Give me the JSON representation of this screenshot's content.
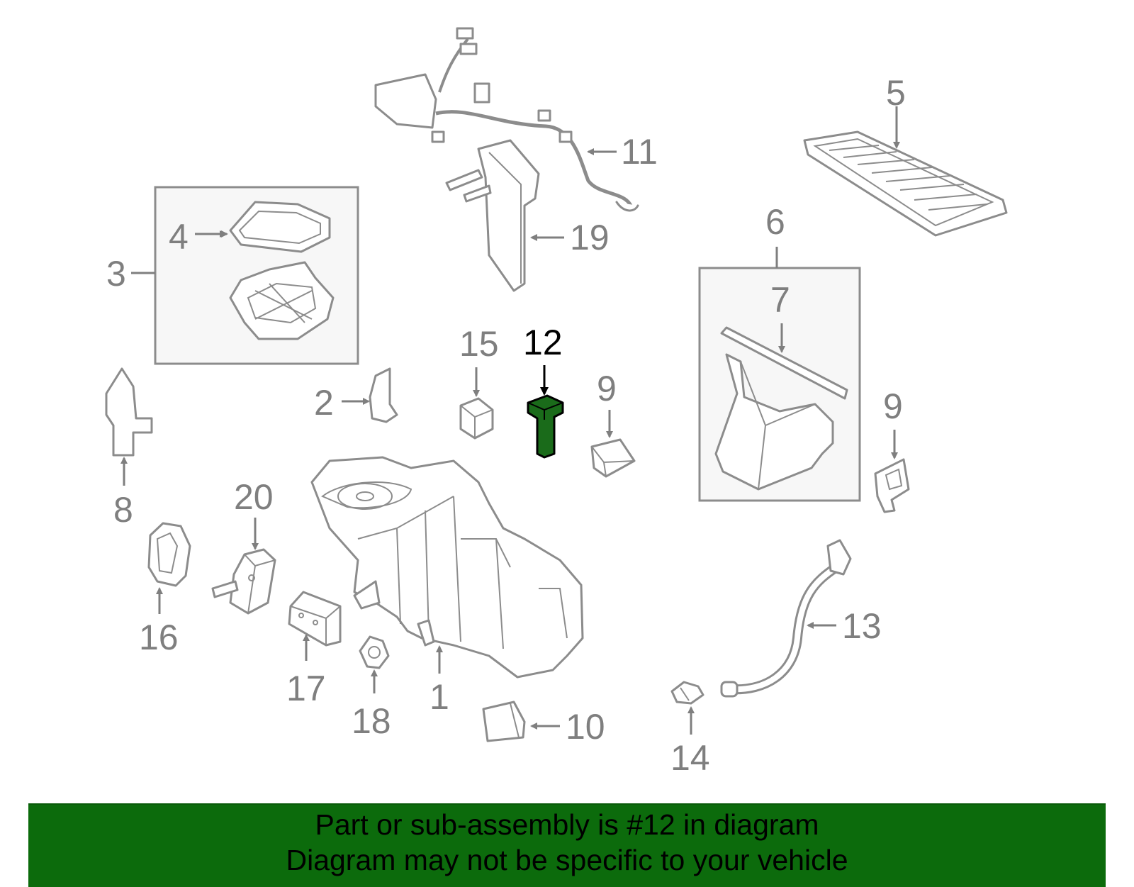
{
  "diagram": {
    "highlight_color": "#1a6b1a",
    "labels": {
      "l1": "1",
      "l2": "2",
      "l3": "3",
      "l4": "4",
      "l5": "5",
      "l6": "6",
      "l7": "7",
      "l8": "8",
      "l9a": "9",
      "l9b": "9",
      "l10": "10",
      "l11": "11",
      "l12": "12",
      "l13": "13",
      "l14": "14",
      "l15": "15",
      "l16": "16",
      "l17": "17",
      "l18": "18",
      "l19": "19",
      "l20": "20"
    }
  },
  "banner": {
    "background": "#0c6b0c",
    "line1": "Part or sub-assembly is #12 in diagram",
    "line2": "Diagram may not be specific to your vehicle"
  }
}
